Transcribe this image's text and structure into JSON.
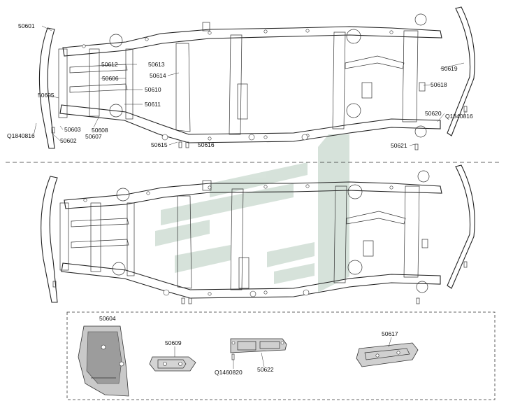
{
  "diagram": {
    "top_callouts": {
      "p50601": "50601",
      "p50602": "50602",
      "p50603": "50603",
      "p50605": "50605",
      "p50606": "50606",
      "p50607": "50607",
      "p50608": "50608",
      "p50610": "50610",
      "p50611": "50611",
      "p50612": "50612",
      "p50613": "50613",
      "p50614": "50614",
      "p50615": "50615",
      "p50616": "50616",
      "p50618": "50618",
      "p50619": "50619",
      "p50620": "50620",
      "p50621": "50621",
      "q1840816_left": "Q1840816",
      "q1840816_right": "Q1840816"
    },
    "detail_callouts": {
      "p50604": "50604",
      "p50609": "50609",
      "p50617": "50617",
      "p50622": "50622",
      "q1460820": "Q1460820"
    }
  }
}
